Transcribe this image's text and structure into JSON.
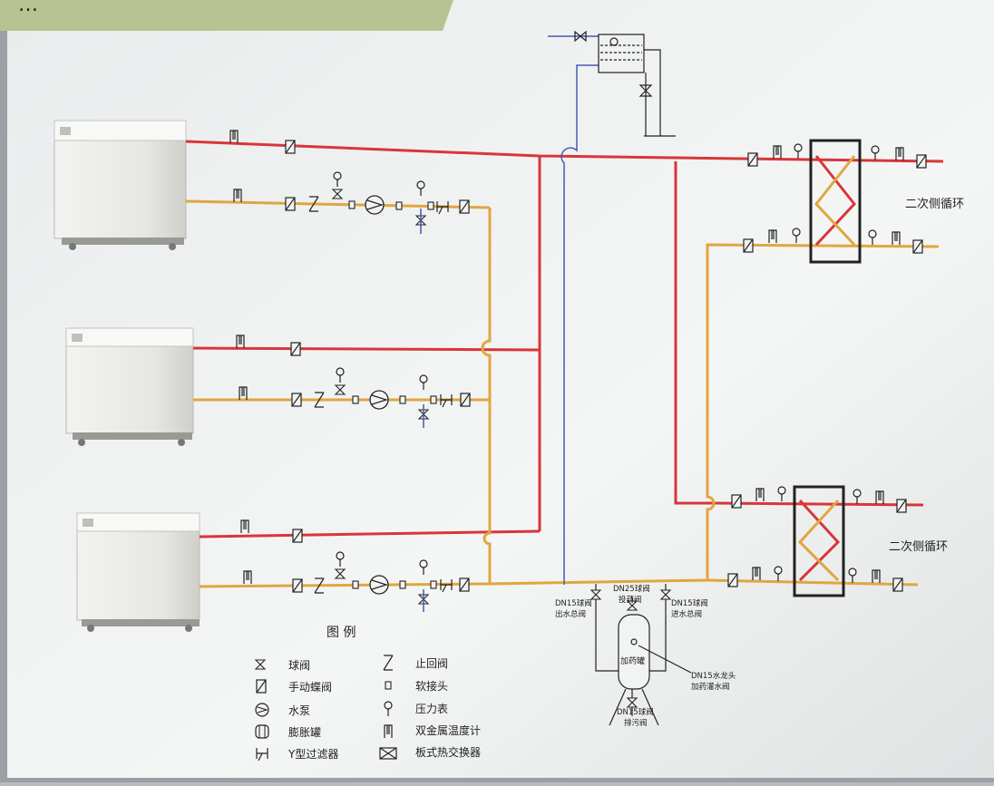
{
  "title": "…",
  "labels": {
    "secondary_top": "二次侧循环",
    "secondary_bottom": "二次侧循环",
    "legend_title": "图 例",
    "dn15_out_1": "DN15球阀",
    "dn15_out_2": "出水总阀",
    "dn25_1": "DN25球阀",
    "dn25_2": "投药阀",
    "dn15_in_1": "DN15球阀",
    "dn15_in_2": "进水总阀",
    "dosing_tank": "加药罐",
    "faucet_1": "DN15水龙头",
    "faucet_2": "加药灌水阀",
    "drain_1": "DN15球阀",
    "drain_2": "排污阀"
  },
  "legend": [
    {
      "symbol": "ball-valve",
      "label": "球阀"
    },
    {
      "symbol": "check-valve",
      "label": "止回阀"
    },
    {
      "symbol": "butterfly-valve",
      "label": "手动蝶阀"
    },
    {
      "symbol": "flexible-joint",
      "label": "软接头"
    },
    {
      "symbol": "pump",
      "label": "水泵"
    },
    {
      "symbol": "pressure-gauge",
      "label": "压力表"
    },
    {
      "symbol": "expansion-tank",
      "label": "膨胀罐"
    },
    {
      "symbol": "thermometer",
      "label": "双金属温度计"
    },
    {
      "symbol": "y-strainer",
      "label": "Y型过滤器"
    },
    {
      "symbol": "plate-heat-exchanger",
      "label": "板式热交换器"
    }
  ],
  "colors": {
    "supply": "#d8363a",
    "return": "#e0a640",
    "cold_water": "#4858b0",
    "line": "#222222",
    "board": "#f1f3f2"
  }
}
